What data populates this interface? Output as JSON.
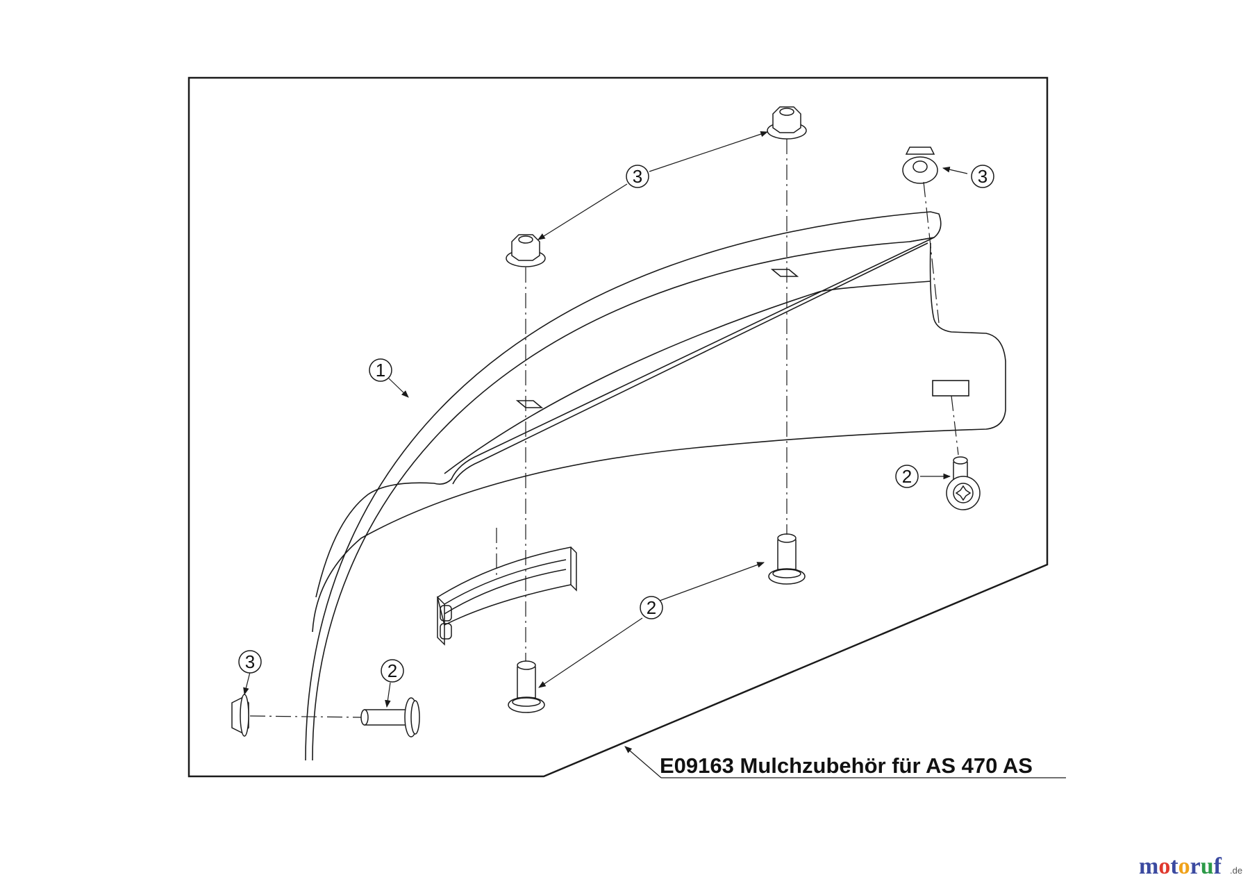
{
  "diagram": {
    "title": "E09163 Mulchzubehör für AS 470 AS",
    "callouts": [
      "3",
      "3",
      "3",
      "1",
      "2",
      "2",
      "2",
      "3",
      "2"
    ]
  },
  "logo": {
    "letters": [
      "m",
      "o",
      "t",
      "o",
      "r",
      "u",
      "f"
    ],
    "letter_colors": [
      "#3b4aa0",
      "#e0392e",
      "#3b4aa0",
      "#f0a21a",
      "#3b4aa0",
      "#2c9a48",
      "#3b4aa0"
    ],
    "suffix": ".de"
  },
  "colors": {
    "line": "#1a1a1a",
    "background": "#ffffff"
  }
}
